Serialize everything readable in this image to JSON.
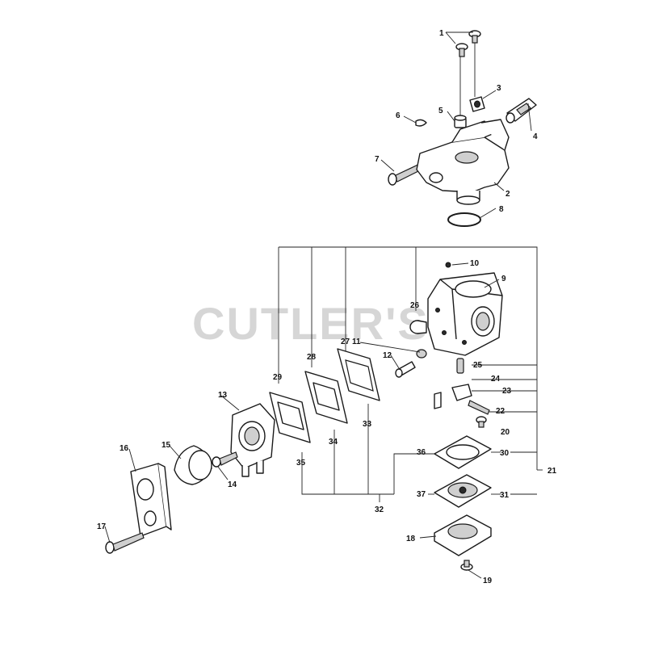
{
  "watermark": "CUTLER'S",
  "callouts": [
    "1",
    "2",
    "3",
    "4",
    "5",
    "6",
    "7",
    "8",
    "9",
    "10",
    "11",
    "12",
    "13",
    "14",
    "15",
    "16",
    "17",
    "18",
    "19",
    "20",
    "21",
    "22",
    "23",
    "24",
    "25",
    "26",
    "27",
    "28",
    "29",
    "30",
    "31",
    "32",
    "33",
    "34",
    "35",
    "36",
    "37"
  ]
}
